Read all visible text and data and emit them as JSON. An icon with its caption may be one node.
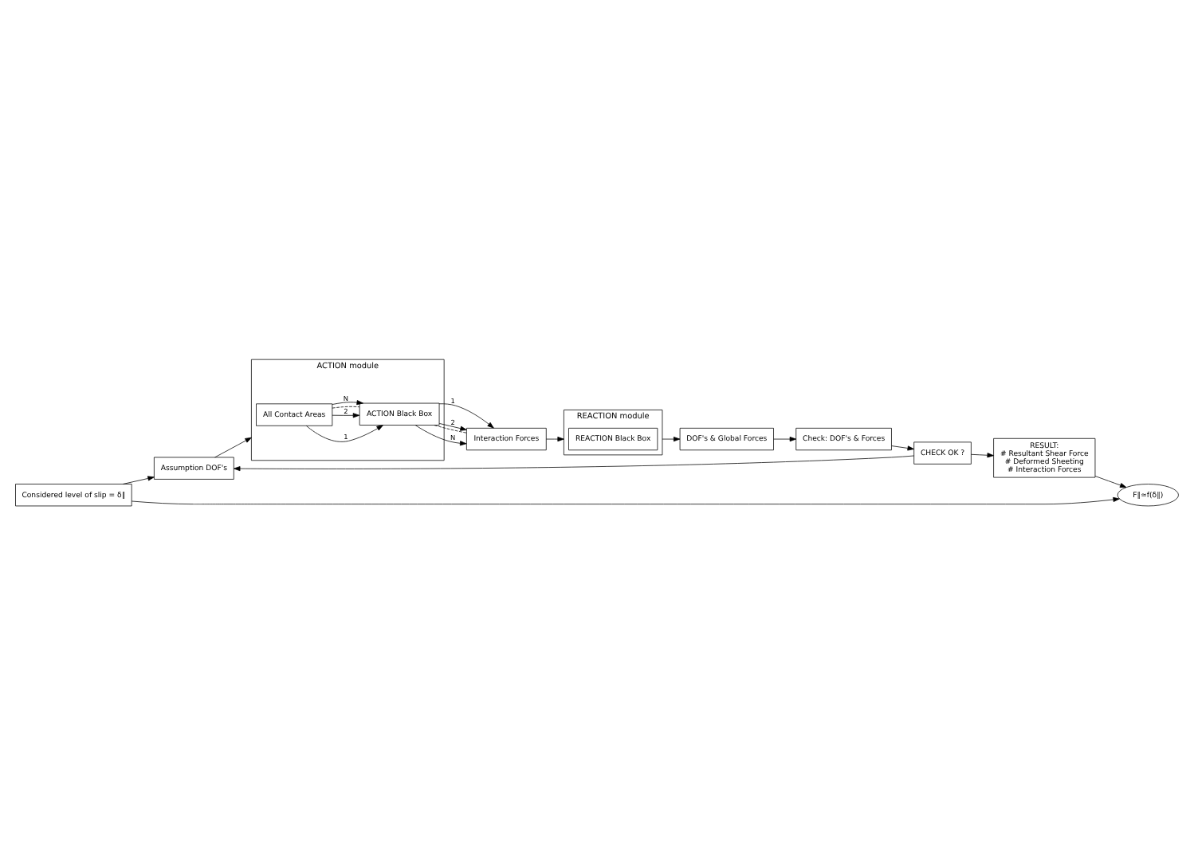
{
  "diagram": {
    "nodes": [
      {
        "text": [
          "Considered level of slip = δ∥"
        ]
      },
      {
        "text": [
          "Assumption DOF's"
        ]
      },
      {
        "text": [
          "ACTION module"
        ]
      },
      {
        "text": [
          "All Contact Areas"
        ],
        "in": 2
      },
      {
        "text": [
          "ACTION Black Box"
        ],
        "in": 2
      },
      {
        "text": [
          "Interaction Forces"
        ]
      },
      {
        "text": [
          "REACTION module"
        ]
      },
      {
        "text": [
          "REACTION Black Box"
        ],
        "in": 6
      },
      {
        "text": [
          "DOF's & Global Forces"
        ]
      },
      {
        "text": [
          "Check: DOF's & Forces"
        ]
      },
      {
        "text": [
          "CHECK OK ?"
        ]
      },
      {
        "text": [
          "RESULT:",
          "# Resultant Shear Force",
          "# Deformed Sheeting",
          "# Interaction Forces"
        ]
      },
      {
        "text": [
          "F∥≃f(δ∥)"
        ]
      }
    ],
    "edges": [
      {
        "from": 0,
        "to": 1,
        "arrow": "to"
      },
      {
        "from": 1,
        "to": 2,
        "arrow": "to"
      },
      {
        "from": 3,
        "to": 4,
        "arrow": "to",
        "label": "1"
      },
      {
        "from": 3,
        "to": 4,
        "arrow": "to",
        "label": "2"
      },
      {
        "from": 3,
        "to": 4,
        "arrow": "none",
        "style": "dashed"
      },
      {
        "from": 3,
        "to": 4,
        "arrow": "to",
        "label": "N"
      },
      {
        "from": 4,
        "to": 5,
        "arrow": "to",
        "label": "1"
      },
      {
        "from": 4,
        "to": 5,
        "arrow": "to",
        "label": "2"
      },
      {
        "from": 4,
        "to": 5,
        "arrow": "none",
        "style": "dashed"
      },
      {
        "from": 4,
        "to": 5,
        "arrow": "to",
        "label": "N"
      },
      {
        "from": 5,
        "to": 6,
        "arrow": "to"
      },
      {
        "from": 6,
        "to": 8,
        "arrow": "to"
      },
      {
        "from": 8,
        "to": 9,
        "arrow": "to"
      },
      {
        "from": 9,
        "to": 10,
        "arrow": "to"
      },
      {
        "from": 10,
        "to": 1,
        "arrow": "to"
      },
      {
        "from": 10,
        "to": 11,
        "arrow": "to"
      },
      {
        "from": 11,
        "to": 12,
        "arrow": "to"
      },
      {
        "from": 0,
        "to": 12,
        "arrow": "to"
      }
    ]
  }
}
